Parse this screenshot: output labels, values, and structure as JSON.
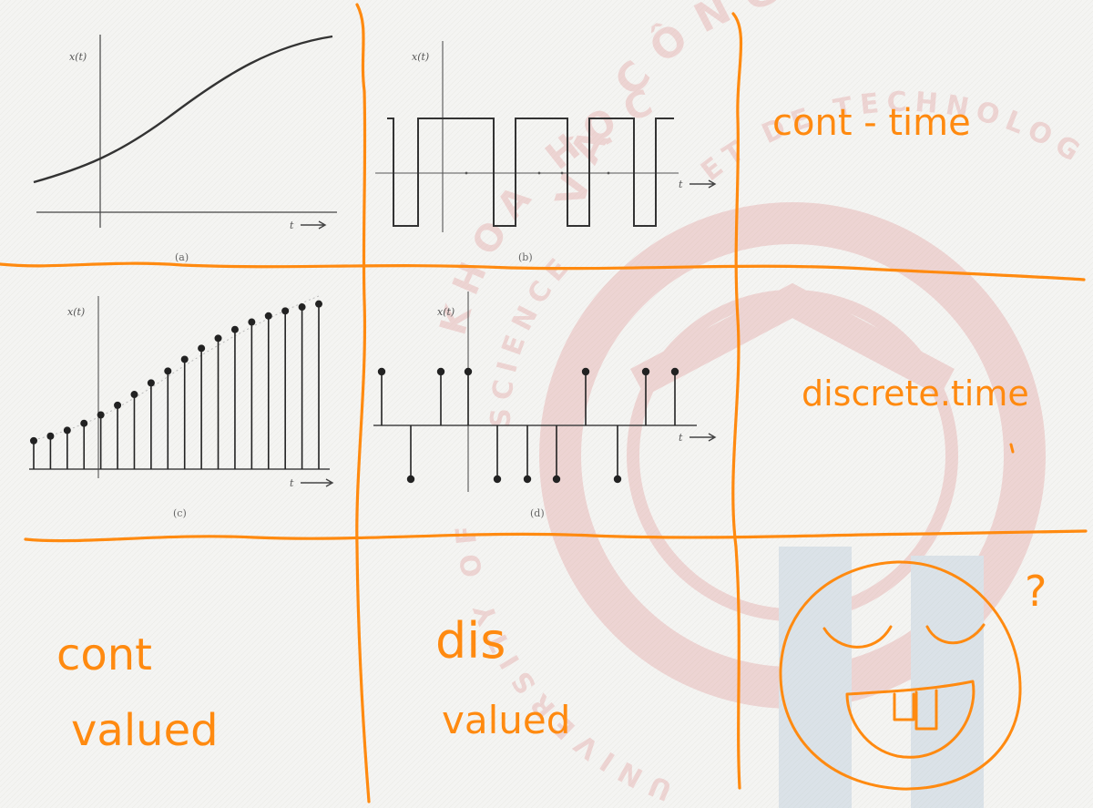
{
  "colors": {
    "ink": "#ff8a10",
    "plot": "#333333",
    "watermark_red": "#d65b5b",
    "watermark_blue": "#7c9fc4",
    "background": "#f4f4f2"
  },
  "plots": {
    "a": {
      "caption": "(a)",
      "ylabel": "x(t)",
      "xlabel": "t"
    },
    "b": {
      "caption": "(b)",
      "ylabel": "x(t)",
      "xlabel": "t"
    },
    "c": {
      "caption": "(c)",
      "ylabel": "x(t)",
      "xlabel": "t"
    },
    "d": {
      "caption": "(d)",
      "ylabel": "x(t)",
      "xlabel": "t"
    }
  },
  "annotations": {
    "row1": "cont - time",
    "row2": "discrete.time",
    "col1_line1": "cont",
    "col1_line2": "valued",
    "col2_line1": "dis",
    "col2_line2": "valued",
    "question": "?"
  },
  "watermark": {
    "top_arc": "VÀ CÔNG",
    "mid_arc": "KHOA HỌC",
    "inner_arc": "SCIENCE",
    "bottom_arc": "UNIVERSITY OF",
    "tech": "ET DE TECHNOLOG"
  },
  "chart_data": [
    {
      "id": "a",
      "type": "line",
      "description_source": "continuous-time, continuous-valued signal",
      "shape": "smooth increasing S-curve"
    },
    {
      "id": "b",
      "type": "line",
      "shape": "binary square wave",
      "levels": [
        1,
        -1
      ]
    },
    {
      "id": "c",
      "type": "stem",
      "shape": "samples of increasing S-curve",
      "n_samples": 18
    },
    {
      "id": "d",
      "type": "stem",
      "values": [
        1,
        -1,
        1,
        1,
        -1,
        -1,
        -1,
        1,
        -1,
        1,
        1
      ]
    }
  ]
}
